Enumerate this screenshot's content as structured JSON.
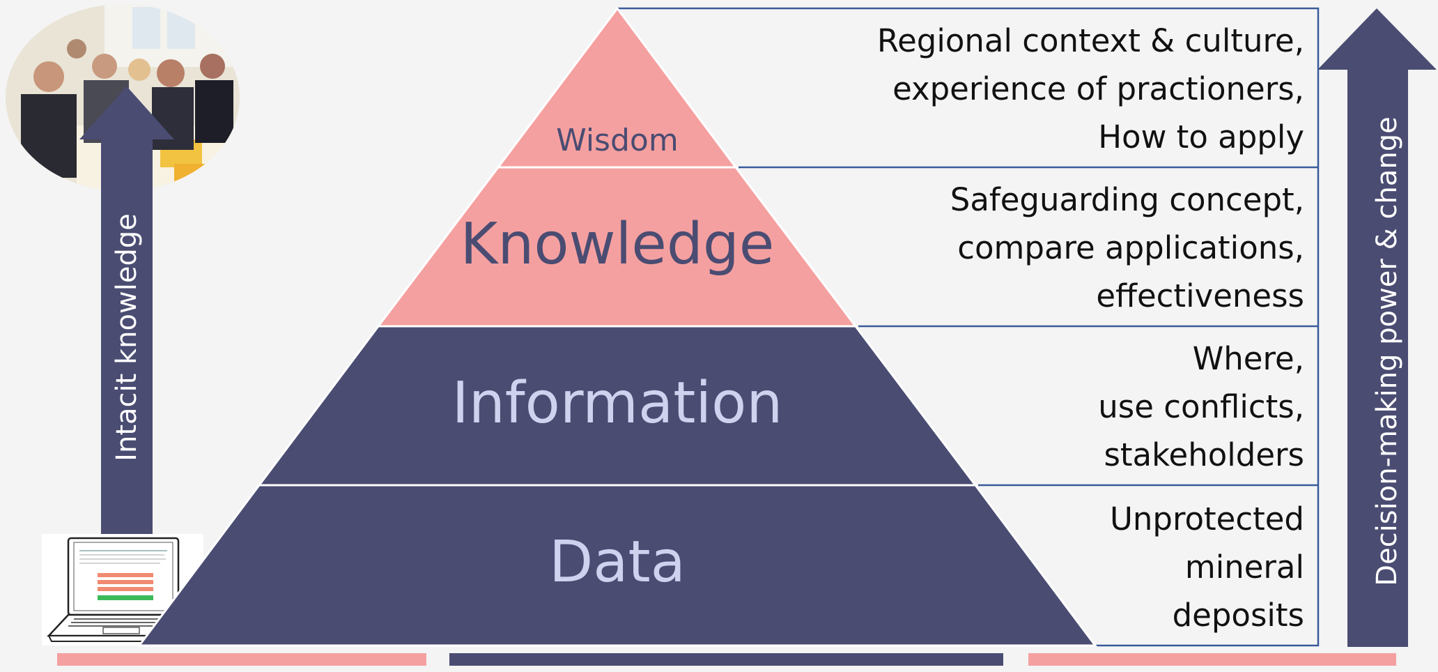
{
  "pyramid": {
    "levels": [
      {
        "label": "Wisdom"
      },
      {
        "label": "Knowledge"
      },
      {
        "label": "Information"
      },
      {
        "label": "Data"
      }
    ]
  },
  "descriptions": [
    {
      "lines": [
        "Regional context & culture,",
        "experience of practioners,",
        "How to apply"
      ]
    },
    {
      "lines": [
        "Safeguarding concept,",
        "compare applications,",
        "effectiveness"
      ]
    },
    {
      "lines": [
        "Where,",
        "use conflicts,",
        "stakeholders"
      ]
    },
    {
      "lines": [
        "Unprotected",
        "mineral",
        "deposits"
      ]
    }
  ],
  "left_arrow": {
    "label": "Intacit knowledge"
  },
  "right_arrow": {
    "label": "Decision-making power & change"
  },
  "colors": {
    "pink": "#f5a0a0",
    "navy": "#4a4c72",
    "light_text": "#cfd2ee",
    "frame": "#3a5a9a"
  }
}
